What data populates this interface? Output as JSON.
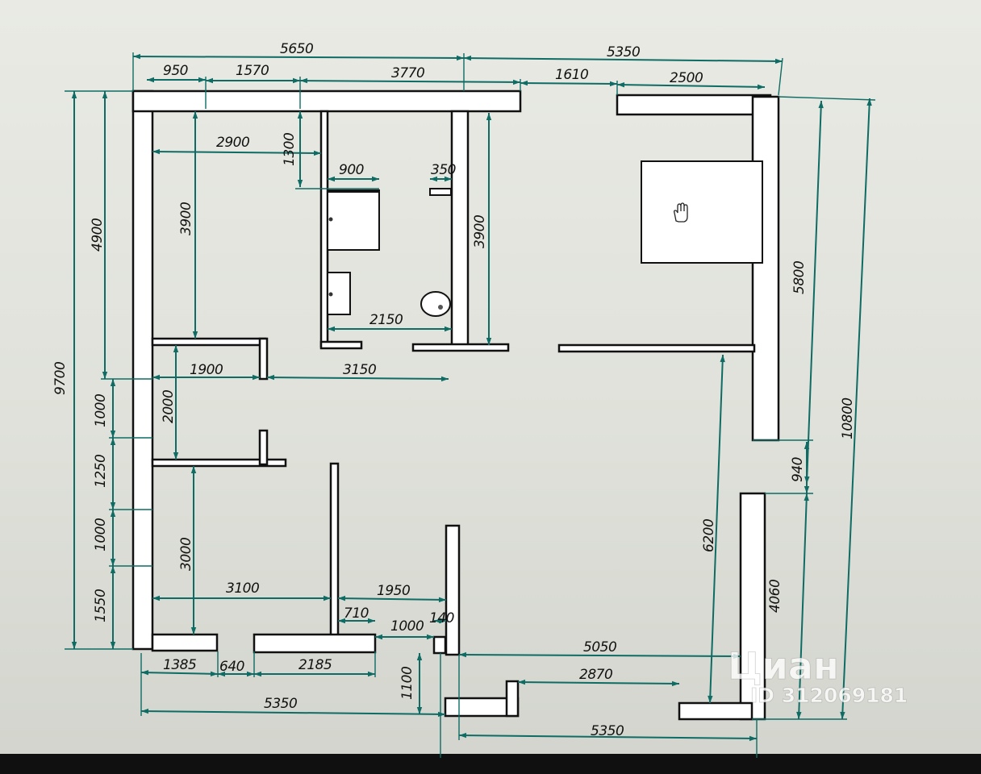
{
  "colors": {
    "dimension": "#0e6c64",
    "wall": "#111111",
    "paper": "#e6e7e1"
  },
  "watermark": {
    "brand": "Циан",
    "id_text": "ID 312069181"
  },
  "cursor_icon": "hand-pointer-icon",
  "dimensions": {
    "total_top_left": "5650",
    "total_top_right": "5350",
    "top_950": "950",
    "top_1570": "1570",
    "top_3770": "3770",
    "top_1610": "1610",
    "top_2500": "2500",
    "room_2900": "2900",
    "bath_1300": "1300",
    "bath_900": "900",
    "wc_350": "350",
    "room_3900_left": "3900",
    "room_3900_mid": "3900",
    "bath_2150": "2150",
    "left_4900": "4900",
    "left_9700": "9700",
    "hall_1900": "1900",
    "hall_3150": "3150",
    "hall_2000": "2000",
    "left_1000_a": "1000",
    "left_1250": "1250",
    "left_1000_b": "1000",
    "left_1550": "1550",
    "room_3000": "3000",
    "room_3100": "3100",
    "mid_1950": "1950",
    "mid_710": "710",
    "mid_1000": "1000",
    "mid_140": "140",
    "bot_1385": "1385",
    "bot_640": "640",
    "bot_2185": "2185",
    "bot_5350_left": "5350",
    "bot_1100": "1100",
    "bot_5050": "5050",
    "bot_2870": "2870",
    "bot_5350_right": "5350",
    "right_5800": "5800",
    "right_940": "940",
    "right_4060": "4060",
    "right_10800": "10800",
    "right_6200": "6200"
  }
}
